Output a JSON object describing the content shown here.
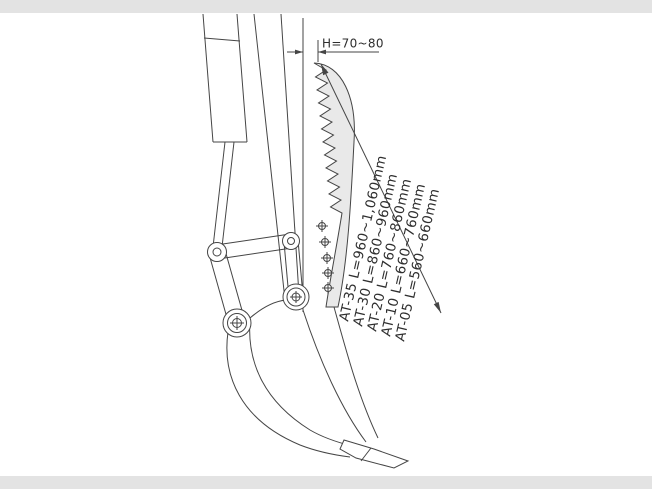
{
  "drawing": {
    "kind": "excavator-ripper-attachment-line-drawing",
    "colors": {
      "matte": "#e3e3e3",
      "paper": "#ffffff",
      "line": "#454545"
    }
  },
  "dimension": {
    "h_label": "H=70~80"
  },
  "models": [
    "AT-35 L=960~1,060mm",
    "AT-30 L=860~960mm",
    "AT-20 L=760~860mm",
    "AT-10 L=660~760mm",
    "AT-05 L=560~660mm"
  ]
}
